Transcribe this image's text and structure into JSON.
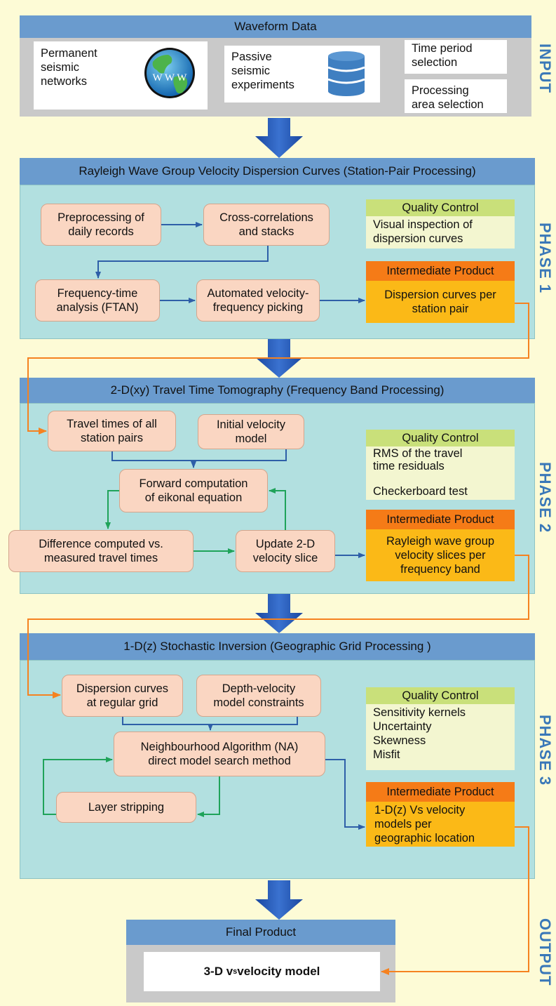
{
  "input": {
    "header": "Waveform Data",
    "permanent": "Permanent\nseismic\nnetworks",
    "passive": "Passive\nseismic\nexperiments",
    "time_period": "Time period\n selection",
    "processing_area": "Processing\narea selection",
    "globe_text": "W W W",
    "side_label": "INPUT"
  },
  "phase1": {
    "header": "Rayleigh Wave Group Velocity Dispersion Curves (Station-Pair Processing)",
    "preprocessing": "Preprocessing of\ndaily records",
    "cross_correlations": "Cross-correlations\nand stacks",
    "ftan": "Frequency-time\nanalysis (FTAN)",
    "picking": "Automated velocity-\nfrequency picking",
    "qc_title": "Quality Control",
    "qc_body": "Visual inspection of\ndispersion curves",
    "ip_title": "Intermediate Product",
    "ip_body": "Dispersion curves per\nstation pair",
    "side_label": "PHASE 1"
  },
  "phase2": {
    "header": "2-D(xy) Travel Time Tomography (Frequency Band Processing)",
    "travel_times": "Travel times of all\nstation pairs",
    "initial_model": "Initial velocity\nmodel",
    "forward": "Forward computation\nof eikonal equation",
    "difference": "Difference computed vs.\nmeasured travel times",
    "update": "Update 2-D\nvelocity slice",
    "qc_title": "Quality Control",
    "qc_body": "RMS of the travel\n   time residuals\n\nCheckerboard test",
    "ip_title": "Intermediate Product",
    "ip_body": "Rayleigh  wave  group\nvelocity slices per\nfrequency  band",
    "side_label": "PHASE 2"
  },
  "phase3": {
    "header": "1-D(z) Stochastic Inversion (Geographic Grid Processing )",
    "dispersion_grid": "Dispersion curves\nat regular grid",
    "depth_constraints": "Depth-velocity\nmodel constraints",
    "na": "Neighbourhood Algorithm (NA)\ndirect model search method",
    "layer_stripping": "Layer stripping",
    "qc_title": "Quality Control",
    "qc_body": "Sensitivity kernels\nUncertainty\nSkewness\nMisfit",
    "ip_title": "Intermediate Product",
    "ip_body": "1-D(z) Vs velocity\nmodels per\ngeographic location",
    "side_label": "PHASE 3"
  },
  "output": {
    "header": "Final Product",
    "product_prefix": "3-D v",
    "product_sub": "s",
    "product_suffix": "velocity model",
    "side_label": "OUTPUT"
  },
  "colors": {
    "header_blue": "#6a9bce",
    "teal_panel": "#b2e0e0",
    "node_fill": "#fad6c2",
    "qc_green": "#c9e07a",
    "ip_orange": "#f57b17",
    "ip_yellow": "#fbb917",
    "arrow_blue": "#2e5fa8",
    "arrow_green": "#1fa35a",
    "arrow_orange": "#f58220",
    "side_text": "#3a78b8"
  }
}
